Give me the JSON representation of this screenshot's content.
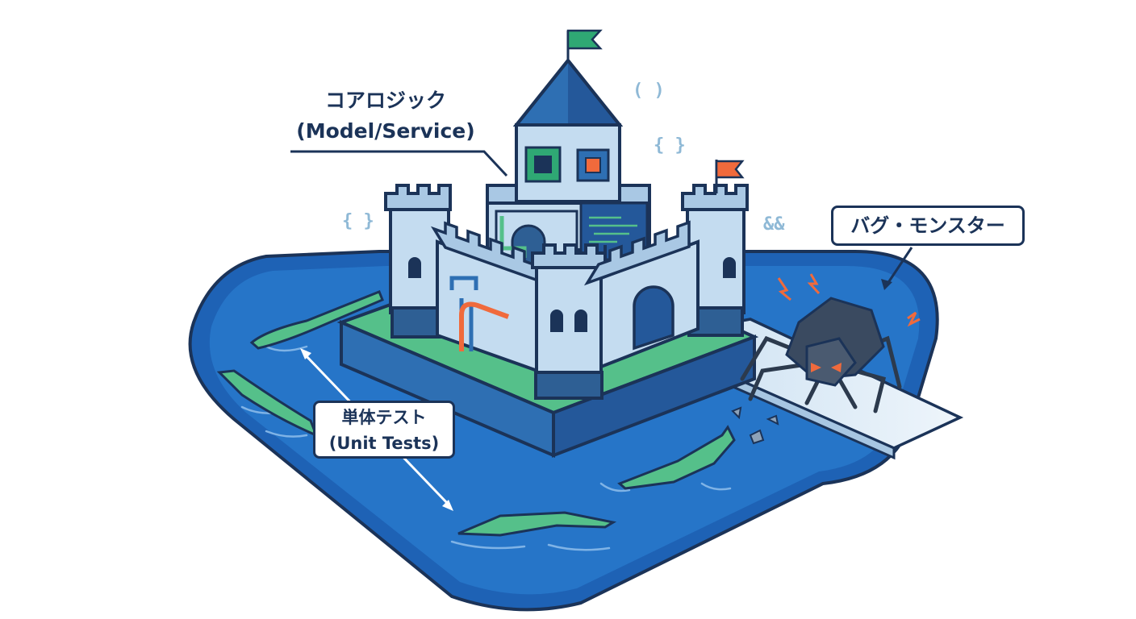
{
  "labels": {
    "core_line1": "コアロジック",
    "core_line2": "(Model/Service)",
    "bug_monster": "バグ・モンスター",
    "unit_line1": "単体テスト",
    "unit_line2": "(Unit Tests)"
  },
  "symbols": {
    "parens": "( )",
    "braces_top": "{ }",
    "braces_left": "{ }",
    "ampersand": "&&"
  },
  "colors": {
    "navy": "#1b3358",
    "moat": "#1e62b5",
    "stone": "#c4dcf0",
    "grass": "#55c08a",
    "accent": "#f06a3c",
    "flag": "#2fa874"
  }
}
